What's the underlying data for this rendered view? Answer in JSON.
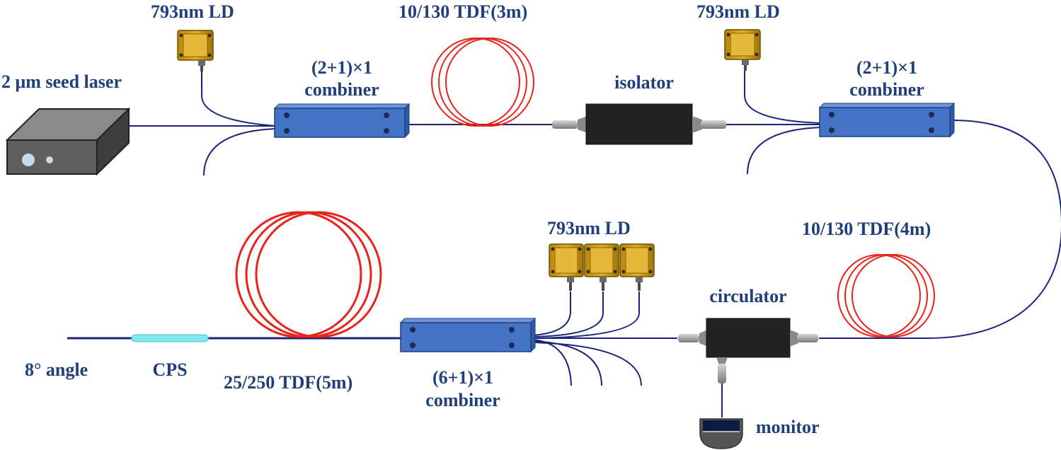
{
  "labels": {
    "seed_laser": "2 μm seed laser",
    "ld_1": "793nm LD",
    "ld_2": "793nm LD",
    "ld_3": "793nm LD",
    "combiner_1_ratio": "(2+1)×1",
    "combiner_1_name": "combiner",
    "combiner_2_ratio": "(2+1)×1",
    "combiner_2_name": "combiner",
    "combiner_3_ratio": "(6+1)×1",
    "combiner_3_name": "combiner",
    "tdf_1": "10/130 TDF(3m)",
    "tdf_2": "10/130 TDF(4m)",
    "tdf_3": "25/250 TDF(5m)",
    "isolator": "isolator",
    "circulator": "circulator",
    "monitor": "monitor",
    "angle": "8° angle",
    "cps": "CPS"
  },
  "colors": {
    "label_text": "#1f3f7a",
    "fiber": "#1a237e",
    "gain_fiber": "#e8231b",
    "combiner": "#4472c4",
    "laser_diode": "#d4a017",
    "isolator": "#222222",
    "cps": "#7fe8f0",
    "seed_laser": "#555555"
  },
  "icons": {
    "seed_laser": "seed-laser-box-icon",
    "laser_diode": "laser-diode-icon",
    "combiner": "fiber-combiner-icon",
    "fiber_coil": "fiber-coil-icon",
    "isolator": "isolator-icon",
    "circulator": "circulator-icon",
    "monitor": "monitor-icon",
    "cps": "cladding-power-stripper-icon"
  }
}
